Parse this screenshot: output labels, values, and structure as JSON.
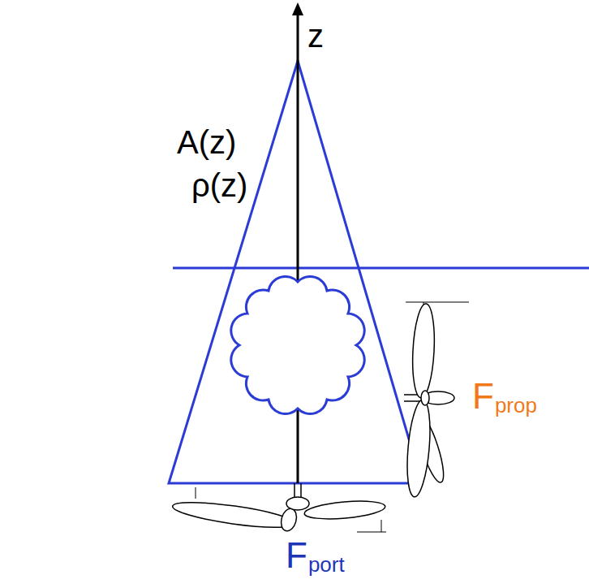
{
  "diagram": {
    "labels": [
      "z",
      "A(z)",
      "ρ(z)",
      "F",
      "prop",
      "F",
      "port"
    ]
  }
}
